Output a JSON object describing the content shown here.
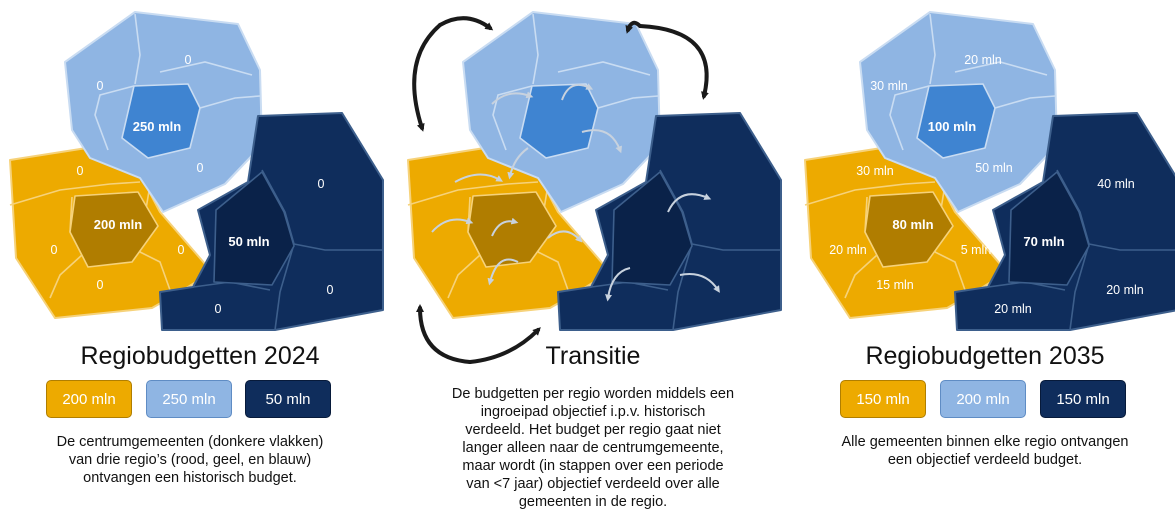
{
  "panel_2024": {
    "title": "Regiobudgetten 2024",
    "pills": [
      "200 mln",
      "250 mln",
      "50 mln"
    ],
    "description": [
      "De centrumgemeenten (donkere vlakken)",
      "van drie regio’s (rood, geel, en blauw)",
      "ontvangen een historisch budget."
    ],
    "map": {
      "blue": {
        "center": "250 mln",
        "outer": [
          "0",
          "0",
          "0"
        ]
      },
      "gold": {
        "center": "200 mln",
        "outer": [
          "0",
          "0",
          "0",
          "0"
        ]
      },
      "navy": {
        "center": "50 mln",
        "outer": [
          "0",
          "0",
          "0"
        ]
      }
    }
  },
  "panel_transitie": {
    "title": "Transitie",
    "description": [
      "De budgetten per regio worden middels een",
      "ingroeipad objectief i.p.v. historisch",
      "verdeeld. Het budget per regio gaat niet",
      "langer alleen naar de centrumgemeente,",
      "maar wordt (in stappen over een periode",
      "van <7 jaar) objectief verdeeld over alle",
      "gemeenten in de regio."
    ]
  },
  "panel_2035": {
    "title": "Regiobudgetten 2035",
    "pills": [
      "150 mln",
      "200 mln",
      "150 mln"
    ],
    "description": [
      "Alle gemeenten binnen elke regio ontvangen",
      "een objectief verdeeld budget."
    ],
    "map": {
      "blue": {
        "center": "100 mln",
        "outer": [
          "30 mln",
          "20 mln",
          "50 mln"
        ]
      },
      "gold": {
        "center": "80 mln",
        "outer": [
          "30 mln",
          "20 mln",
          "5 mln",
          "15 mln"
        ]
      },
      "navy": {
        "center": "70 mln",
        "outer": [
          "40 mln",
          "20 mln",
          "20 mln"
        ]
      }
    }
  },
  "colors": {
    "gold": "#edaa00",
    "gold_center": "#b07d00",
    "light_blue": "#8fb5e3",
    "blue_center": "#3f84d1",
    "navy": "#0f2d5c",
    "navy_center": "#0a2249",
    "arrow_dark": "#1a1a1a",
    "arrow_light": "#c8d2de"
  }
}
